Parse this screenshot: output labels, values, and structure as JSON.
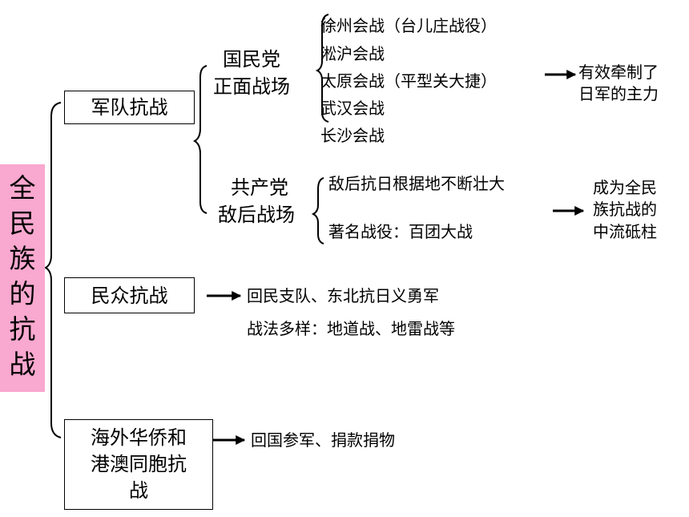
{
  "title": "全\n民\n族\n的\n抗\n战",
  "army": {
    "label": "军队抗战",
    "kmt": {
      "label_line1": "国民党",
      "label_line2": "正面战场",
      "battles": [
        "徐州会战（台儿庄战役）",
        "淞沪会战",
        "太原会战（平型关大捷）",
        "武汉会战",
        "长沙会战"
      ],
      "result_line1": "有效牵制了",
      "result_line2": "日军的主力"
    },
    "ccp": {
      "label_line1": "共产党",
      "label_line2": "敌后战场",
      "items": [
        "敌后抗日根据地不断壮大",
        "著名战役：百团大战"
      ],
      "result_line1": "成为全民",
      "result_line2": "族抗战的",
      "result_line3": "中流砥柱"
    }
  },
  "people": {
    "label": "民众抗战",
    "items": [
      "回民支队、东北抗日义勇军",
      "战法多样：地道战、地雷战等"
    ]
  },
  "overseas": {
    "label_line1": "海外华侨和",
    "label_line2": "港澳同胞抗",
    "label_line3": "战",
    "items": [
      "回国参军、捐款捐物"
    ]
  },
  "colors": {
    "title_bg": "#f9a8cf",
    "line": "#000000"
  }
}
